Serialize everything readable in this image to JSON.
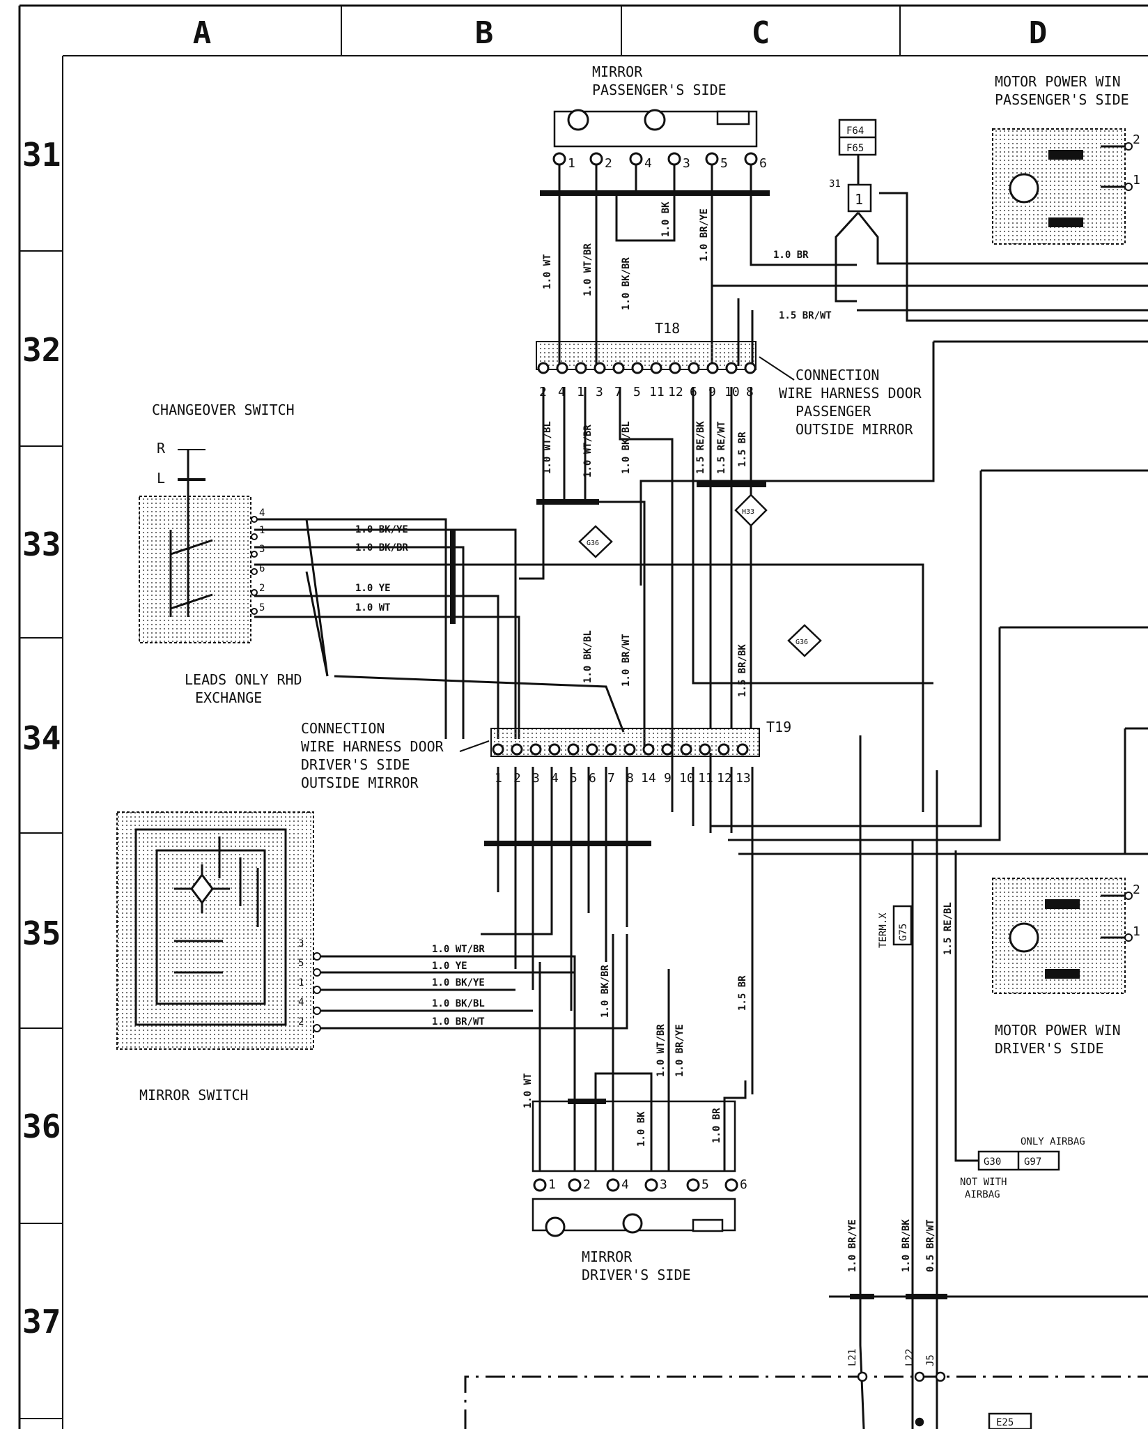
{
  "columns": [
    "A",
    "B",
    "C",
    "D"
  ],
  "rows": [
    "31",
    "32",
    "33",
    "34",
    "35",
    "36",
    "37"
  ],
  "components": {
    "mirror_passenger": {
      "line1": "MIRROR",
      "line2": "PASSENGER'S SIDE",
      "pins": [
        "1",
        "2",
        "4",
        "3",
        "5",
        "6"
      ]
    },
    "mirror_driver": {
      "line1": "MIRROR",
      "line2": "DRIVER'S SIDE",
      "pins": [
        "1",
        "2",
        "4",
        "3",
        "5",
        "6"
      ]
    },
    "motor_passenger": {
      "line1": "MOTOR POWER WIN",
      "line2": "PASSENGER'S SIDE",
      "pins": [
        "2",
        "1"
      ]
    },
    "motor_driver": {
      "line1": "MOTOR POWER WIN",
      "line2": "DRIVER'S SIDE",
      "pins": [
        "2",
        "1"
      ]
    },
    "fuse_top": "F64",
    "fuse_bottom": "F65",
    "fuse_node": "1",
    "fuse_pin": "31",
    "changeover_switch": {
      "label": "CHANGEOVER SWITCH",
      "r": "R",
      "l": "L",
      "pins": [
        "4",
        "1",
        "3",
        "6",
        "2",
        "5"
      ]
    },
    "mirror_switch": {
      "label": "MIRROR SWITCH",
      "pins": [
        "3",
        "5",
        "1",
        "4",
        "2"
      ]
    },
    "t18": {
      "label": "T18",
      "pins": [
        "2",
        "4",
        "1",
        "3",
        "7",
        "5",
        "11",
        "12",
        "6",
        "9",
        "10",
        "8"
      ],
      "caption": [
        "CONNECTION",
        "WIRE HARNESS DOOR",
        "PASSENGER",
        "OUTSIDE MIRROR"
      ]
    },
    "t19": {
      "label": "T19",
      "pins": [
        "1",
        "2",
        "3",
        "4",
        "5",
        "6",
        "7",
        "8",
        "14",
        "9",
        "10",
        "11",
        "12",
        "13"
      ],
      "caption": [
        "CONNECTION",
        "WIRE HARNESS DOOR",
        "DRIVER'S SIDE",
        "OUTSIDE MIRROR"
      ]
    },
    "leads_note": [
      "LEADS ONLY RHD",
      "EXCHANGE"
    ],
    "g36": "G36",
    "h33": "H33",
    "term_x": {
      "l1": "TERM.X",
      "l2": "G75"
    },
    "only_airbag": "ONLY AIRBAG",
    "g30": "G30",
    "g97": "G97",
    "not_with_airbag": [
      "NOT WITH",
      "AIRBAG"
    ],
    "l21": "L21",
    "l22": "L22",
    "j5": "J5",
    "e25": "E25"
  },
  "wires": {
    "passenger_top": [
      "1.0 WT",
      "1.0 WT/BR",
      "1.0 BK/BR",
      "1.0 BK",
      "1.0 BR/YE"
    ],
    "br_top": "1.0 BR",
    "br_wt_top": "1.5 BR/WT",
    "t18_bottom": [
      "1.0 WT/BL",
      "1.0 WT/BR",
      "1.0 BK/BL",
      "1.5 RE/BK",
      "1.5 RE/WT",
      "1.5 BR"
    ],
    "changeover": [
      "1.0 BK/YE",
      "1.0 BK/BR",
      "1.0 YE",
      "1.0 WT"
    ],
    "t19_top": [
      "1.0 BK/BL",
      "1.0 BR/WT",
      "1.5 BR/BK"
    ],
    "mirror_switch": [
      "1.0 WT/BR",
      "1.0 YE",
      "1.0 BK/YE",
      "1.0 BK/BL",
      "1.0 BR/WT"
    ],
    "lower": [
      "1.0 BK/BR",
      "1.0 WT/BR",
      "1.0 BR/YE",
      "1.0 WT",
      "1.0 BK",
      "1.0 BR",
      "1.5 BR",
      "1.5 RE/BL"
    ],
    "bottom": [
      "1.0 BR/YE",
      "1.0 BR/BK",
      "0.5 BR/WT"
    ]
  }
}
